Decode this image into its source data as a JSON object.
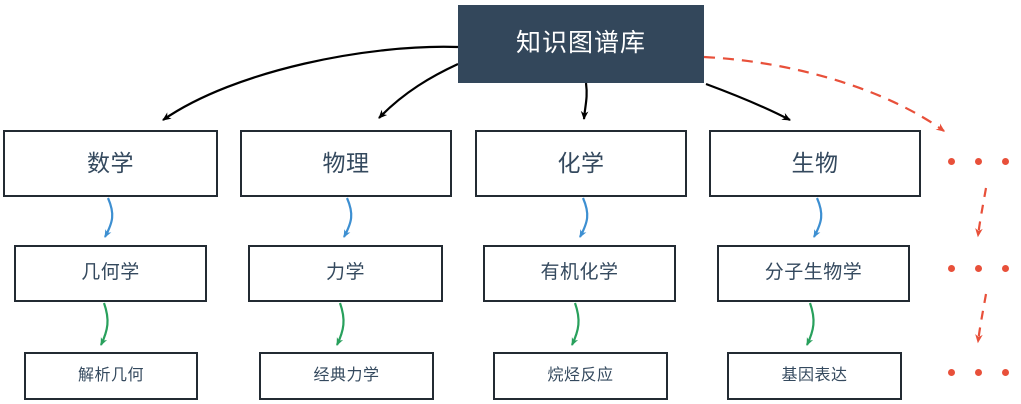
{
  "diagram": {
    "title": "知识图谱库",
    "type": "hierarchy-tree",
    "colors": {
      "root_fill": "#33475b",
      "root_text": "#ffffff",
      "node_border": "#232b33",
      "node_text": "#34495e",
      "edge_primary": "#000000",
      "edge_secondary": "#3d8fd1",
      "edge_tertiary": "#28a05c",
      "edge_dashed": "#e8503a",
      "ellipsis_dot": "#e8503a",
      "background": "#ffffff"
    },
    "root": {
      "label": "知识图谱库"
    },
    "level_1": [
      {
        "label": "数学"
      },
      {
        "label": "物理"
      },
      {
        "label": "化学"
      },
      {
        "label": "生物"
      }
    ],
    "level_2": [
      {
        "label": "几何学"
      },
      {
        "label": "力学"
      },
      {
        "label": "有机化学"
      },
      {
        "label": "分子生物学"
      }
    ],
    "level_3": [
      {
        "label": "解析几何"
      },
      {
        "label": "经典力学"
      },
      {
        "label": "烷烃反应"
      },
      {
        "label": "基因表达"
      }
    ],
    "ellipsis_rows": [
      {
        "dots": 3
      },
      {
        "dots": 3
      },
      {
        "dots": 3
      }
    ]
  }
}
